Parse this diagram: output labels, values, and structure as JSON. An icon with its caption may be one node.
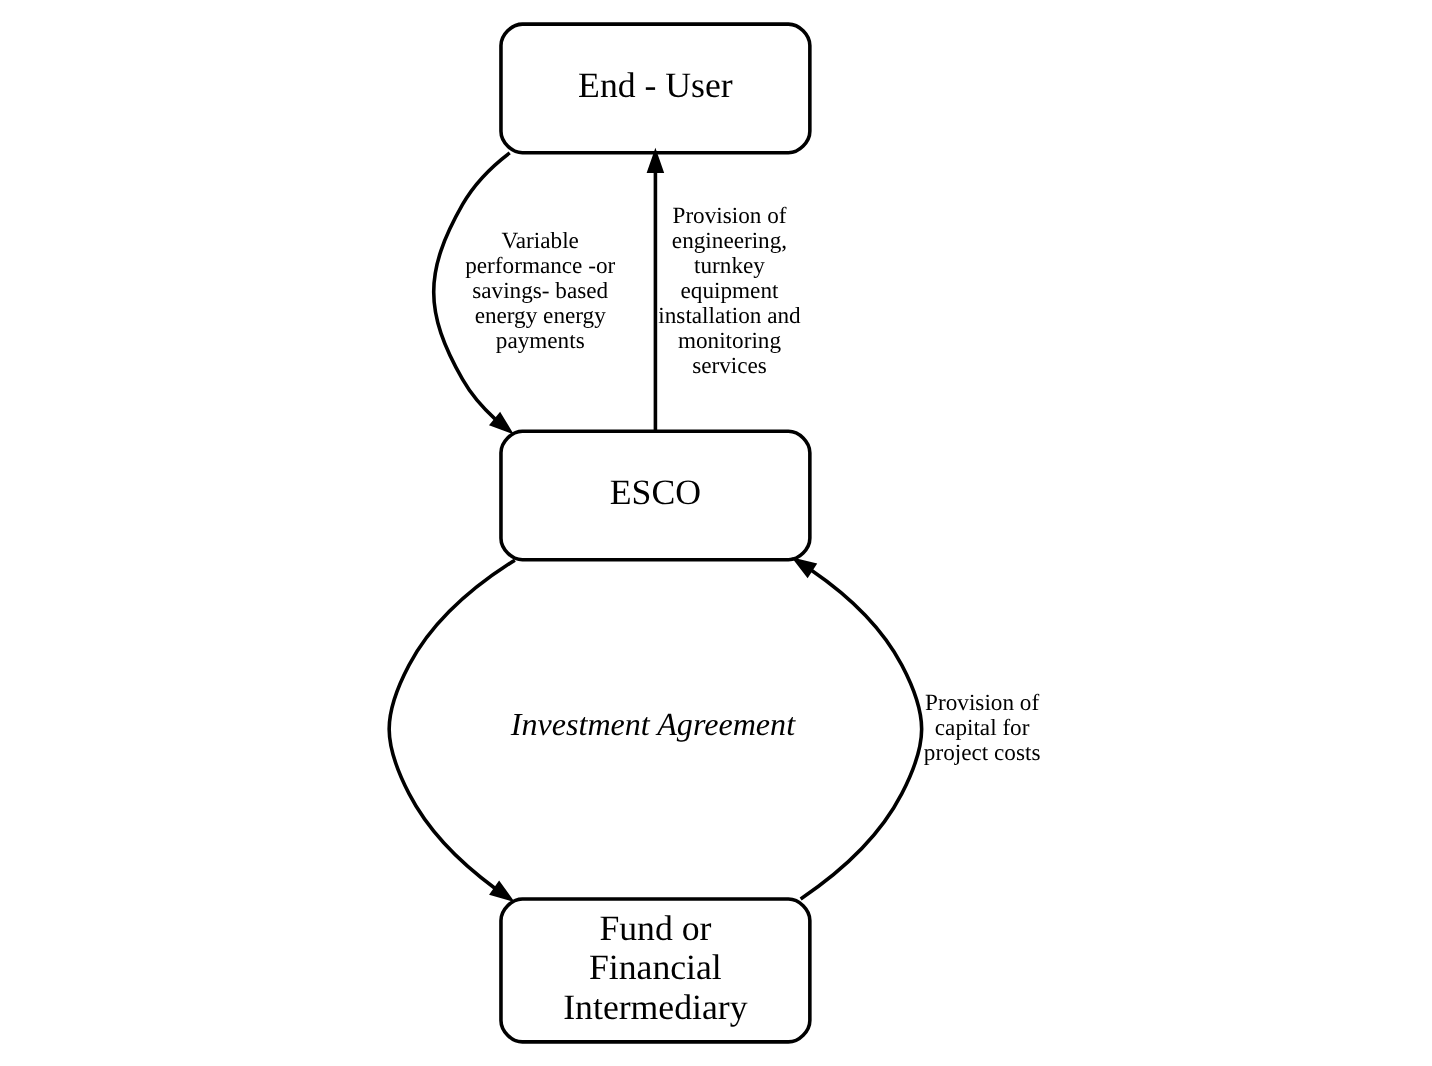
{
  "diagram": {
    "nodes": [
      {
        "text": [
          "End - User"
        ]
      },
      {
        "text": [
          "ESCO"
        ]
      },
      {
        "text": [
          "Fund or Financial Intermediary"
        ]
      }
    ],
    "edges": [
      {
        "from": 1,
        "to": 0,
        "arrow": "to",
        "label": "Provision of engineering, turnkey equipment installation and monitoring services"
      },
      {
        "from": 0,
        "to": 1,
        "arrow": "to",
        "label": "Variable performance -or savings- based energy energy payments"
      },
      {
        "from": 2,
        "to": 1,
        "arrow": "to",
        "label": "Provision of capital for project costs"
      },
      {
        "from": 1,
        "to": 2,
        "arrow": "to"
      }
    ],
    "labels": [
      "Investment Agreement"
    ]
  }
}
